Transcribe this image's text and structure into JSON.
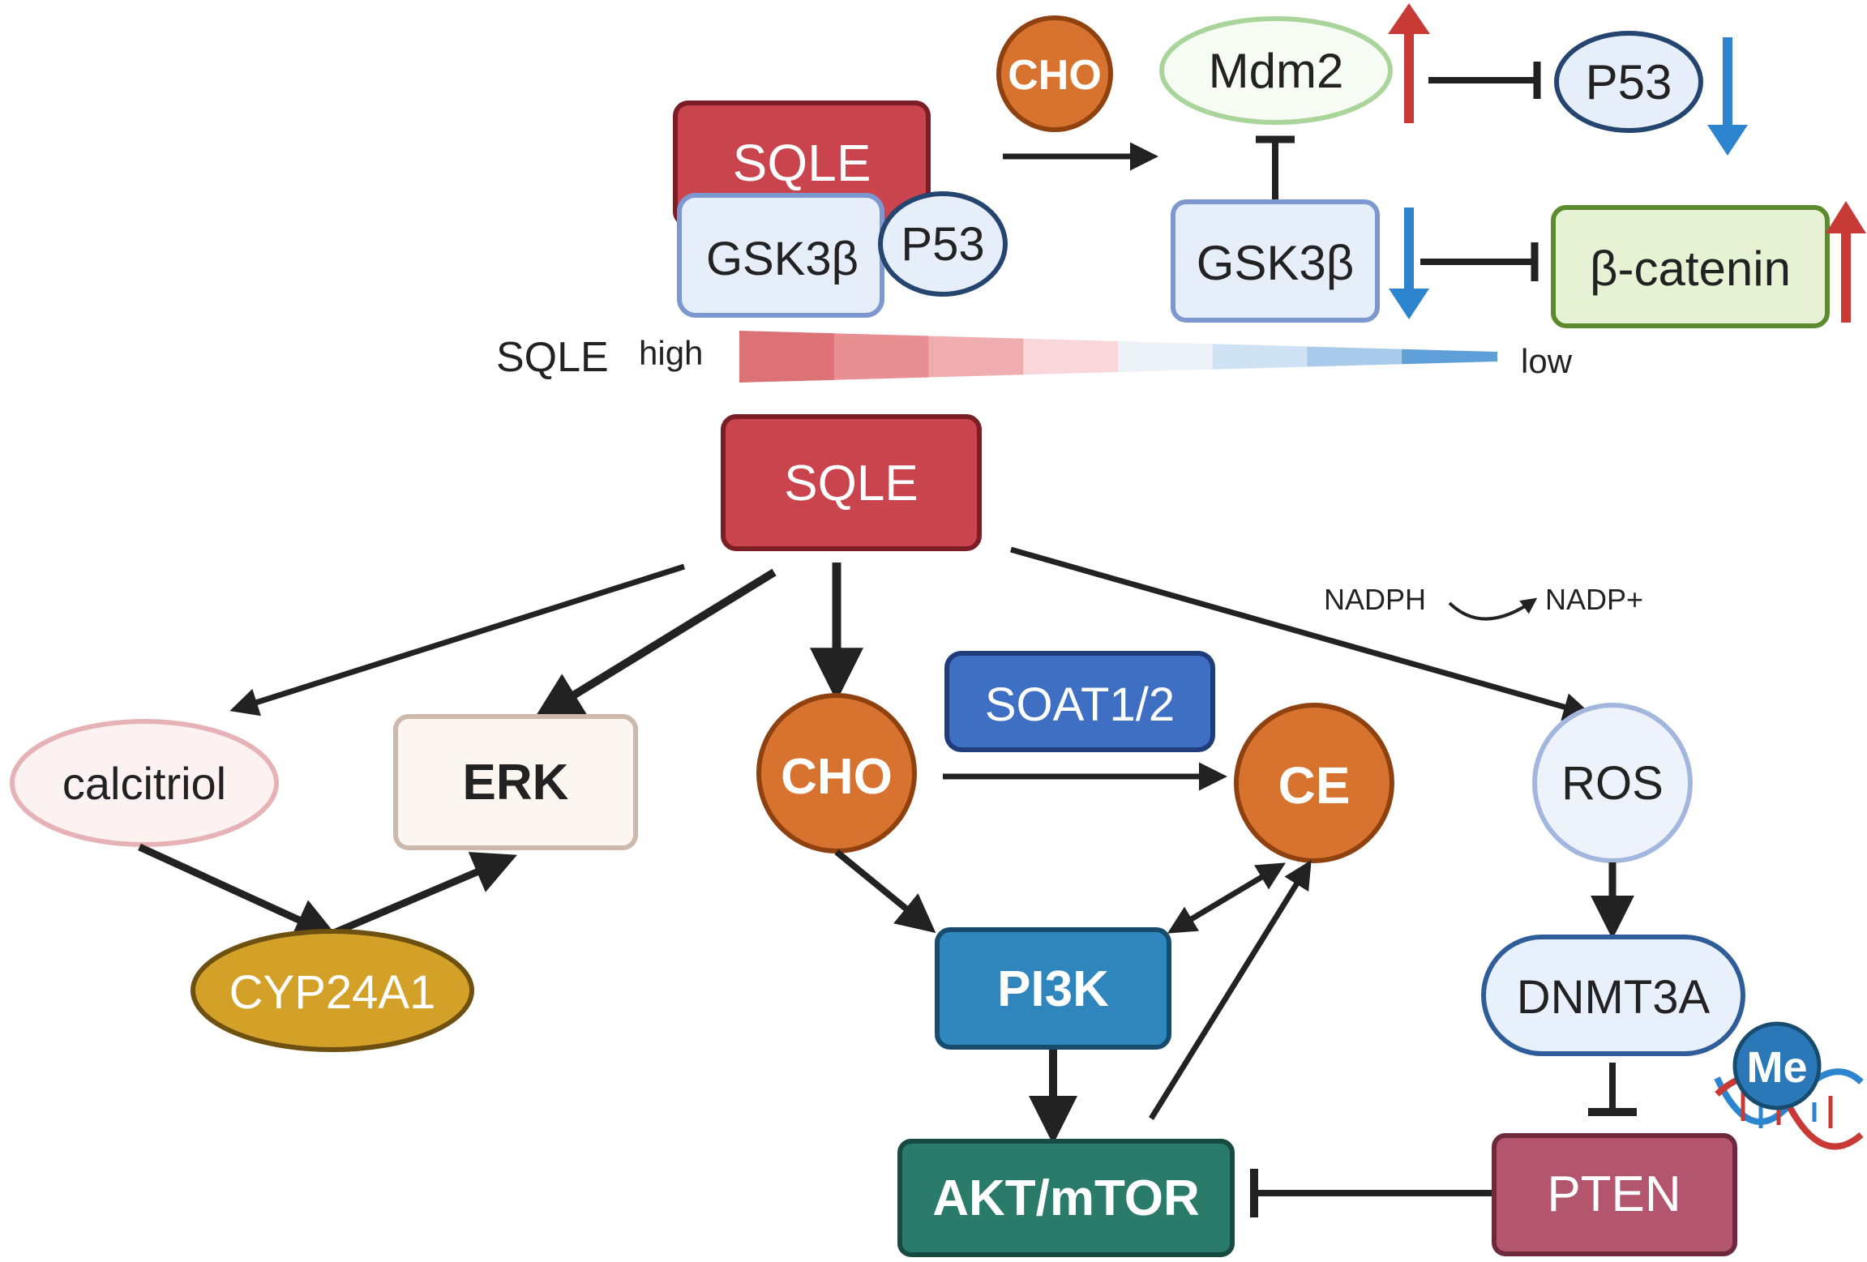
{
  "colors": {
    "sqle_fill": "#c9444c",
    "sqle_stroke": "#7a1d24",
    "light_blue_fill": "#e5eef9",
    "light_blue_stroke": "#7d98cf",
    "dark_blue_stroke": "#23456f",
    "mdm2_stroke": "#a9d59b",
    "mdm2_fill": "#f6fcf3",
    "beta_fill": "#e7f1d3",
    "beta_stroke": "#5d8a2e",
    "cho_fill": "#d8722f",
    "cho_stroke": "#8f4210",
    "soat_fill": "#3e6fc2",
    "soat_stroke": "#1f3d7a",
    "pi3k_fill": "#2e86bc",
    "pi3k_stroke": "#184c6f",
    "akt_fill": "#2b7b6b",
    "akt_stroke": "#174a40",
    "pten_fill": "#b3566d",
    "pten_stroke": "#6e2a3c",
    "calcitriol_fill": "#fdf2f2",
    "calcitriol_stroke": "#e6b2b6",
    "erk_fill": "#fcf6f1",
    "erk_stroke": "#ccb9ac",
    "cyp_fill": "#d3a128",
    "cyp_stroke": "#6e5010",
    "ros_fill": "#eef3fb",
    "ros_stroke": "#a3b7de",
    "dnmt_fill": "#e8f0fb",
    "dnmt_stroke": "#2e5d99",
    "arrow_red": "#c83a35",
    "arrow_blue": "#2d85cf",
    "me_fill": "#2a78b8",
    "line": "#222222"
  },
  "top": {
    "cho": "CHO",
    "mdm2": "Mdm2",
    "p53_right": "P53",
    "sqle_box": "SQLE",
    "gsk_complex": "GSK3β",
    "p53_complex": "P53",
    "gsk_right": "GSK3β",
    "beta_catenin": "β-catenin"
  },
  "gradient": {
    "label": "SQLE",
    "high": "high",
    "low": "low",
    "steps": [
      "#dc7276",
      "#e88f93",
      "#f0adb0",
      "#f8d6da",
      "#edf2f8",
      "#cfe2f3",
      "#a8cbe9",
      "#5d9fd6"
    ]
  },
  "main": {
    "sqle": "SQLE",
    "nadph": "NADPH",
    "nadp": "NADP+",
    "calcitriol": "calcitriol",
    "erk": "ERK",
    "cyp": "CYP24A1",
    "cho": "CHO",
    "soat": "SOAT1/2",
    "ce": "CE",
    "pi3k": "PI3K",
    "akt": "AKT/mTOR",
    "ros": "ROS",
    "dnmt": "DNMT3A",
    "pten": "PTEN",
    "me": "Me"
  }
}
